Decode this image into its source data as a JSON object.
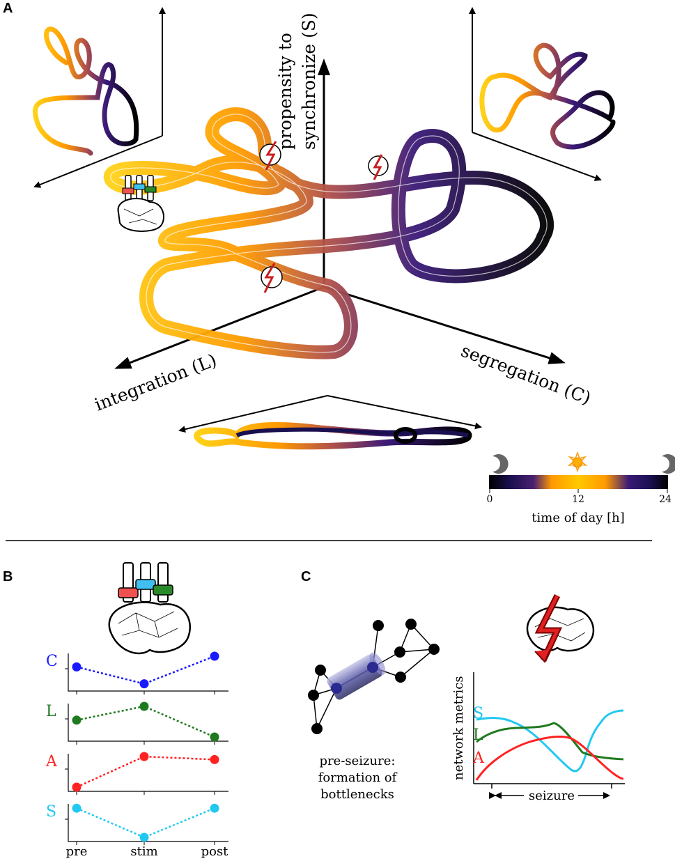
{
  "panels": {
    "a": {
      "letter": "A"
    },
    "b": {
      "letter": "B"
    },
    "c": {
      "letter": "C"
    }
  },
  "panel_a": {
    "axis_s_line1": "propensity to",
    "axis_s_line2": "synchronize (S)",
    "axis_l": "integration (L)",
    "axis_c": "segregation (C)",
    "colorbar": {
      "ticks": [
        "0",
        "12",
        "24"
      ],
      "label": "time of day [h]",
      "stops": [
        "#000000",
        "#1a1050",
        "#3a1a78",
        "#7a3a6a",
        "#ff9a00",
        "#ffc800",
        "#ff9a00",
        "#3a1a78",
        "#1a1050",
        "#000000"
      ]
    },
    "icons": [
      "moon-icon",
      "sun-icon",
      "brain-icon",
      "seizure-bolt-icon",
      "slider-icon"
    ]
  },
  "panel_b": {
    "x_labels": [
      "pre",
      "stim",
      "post"
    ],
    "rows": [
      {
        "label": "C",
        "color": "#1a1aff",
        "values": [
          0.65,
          0.1,
          1.0
        ]
      },
      {
        "label": "L",
        "color": "#1f7a1f",
        "values": [
          0.55,
          1.0,
          0.0
        ]
      },
      {
        "label": "A",
        "color": "#ff2222",
        "values": [
          0.0,
          1.0,
          0.9
        ]
      },
      {
        "label": "S",
        "color": "#22c8f0",
        "values": [
          0.95,
          0.0,
          0.95
        ]
      }
    ]
  },
  "panel_c": {
    "caption_lines": [
      "pre-seizure:",
      "formation of",
      "bottlenecks"
    ],
    "y_label": "network metrics",
    "x_label": "seizure",
    "series": [
      {
        "label": "S",
        "color": "#22c8f0"
      },
      {
        "label": "L",
        "color": "#1f7a1f"
      },
      {
        "label": "A",
        "color": "#ff2222"
      }
    ]
  }
}
